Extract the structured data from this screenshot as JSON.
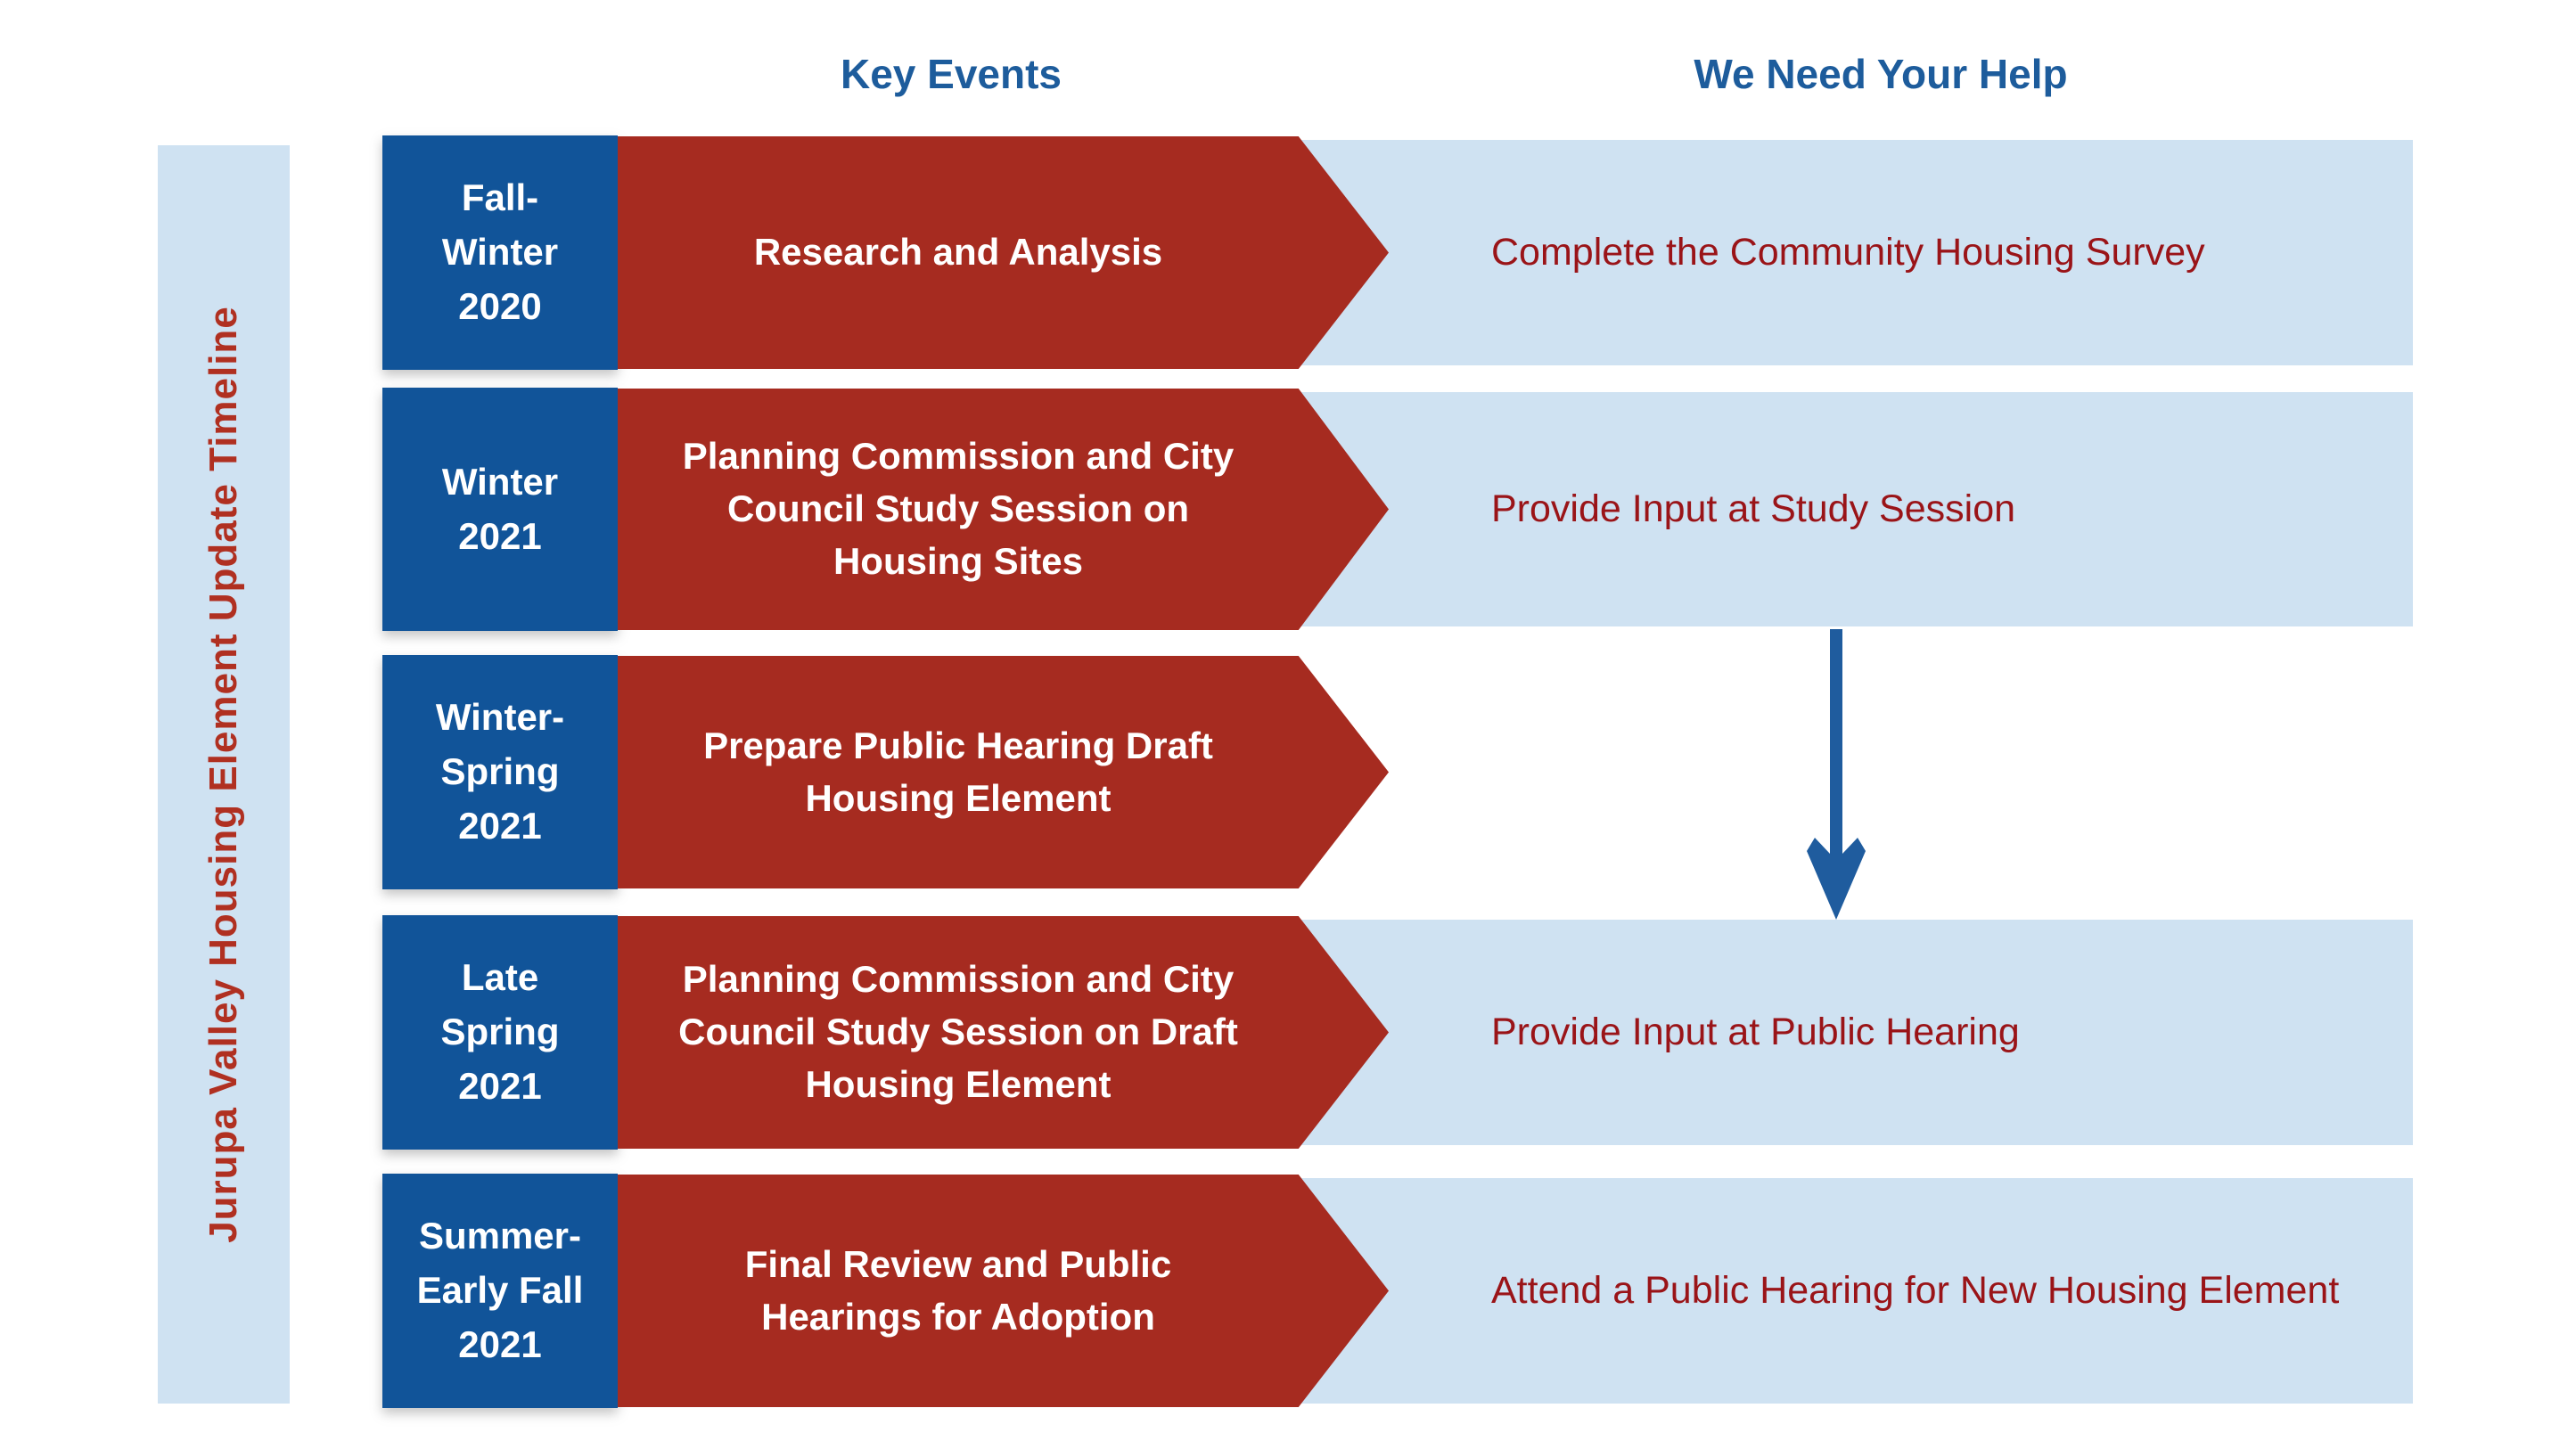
{
  "sidebar": {
    "label": "Jurupa Valley Housing Element Update Timeline"
  },
  "columns": {
    "key_events": "Key Events",
    "need_help": "We Need Your Help"
  },
  "rows": [
    {
      "period": "Fall-\nWinter\n2020",
      "event": "Research and Analysis",
      "help": "Complete the Community Housing Survey",
      "has_band": true
    },
    {
      "period": "Winter\n2021",
      "event": "Planning Commission and City\nCouncil Study Session on\nHousing Sites",
      "help": "Provide Input at Study Session",
      "has_band": true
    },
    {
      "period": "Winter-\nSpring\n2021",
      "event": "Prepare Public Hearing Draft\nHousing Element",
      "help": "",
      "has_band": false
    },
    {
      "period": "Late\nSpring\n2021",
      "event": "Planning Commission and City\nCouncil Study Session on Draft\nHousing Element",
      "help": "Provide Input at Public Hearing",
      "has_band": true
    },
    {
      "period": "Summer-\nEarly Fall\n2021",
      "event": "Final Review and Public\nHearings for Adoption",
      "help": "Attend a Public Hearing for New Housing Element",
      "has_band": true
    }
  ],
  "icons": {
    "down_arrow": "down-arrow"
  },
  "colors": {
    "date_box_blue": "#115499",
    "event_arrow_red": "#A62B20",
    "band_light_blue": "#CFE2F2",
    "help_text_red": "#9A1418",
    "header_blue": "#1D5C9C",
    "sidebar_text_red": "#B03021",
    "down_arrow_blue": "#1F5C9E"
  }
}
